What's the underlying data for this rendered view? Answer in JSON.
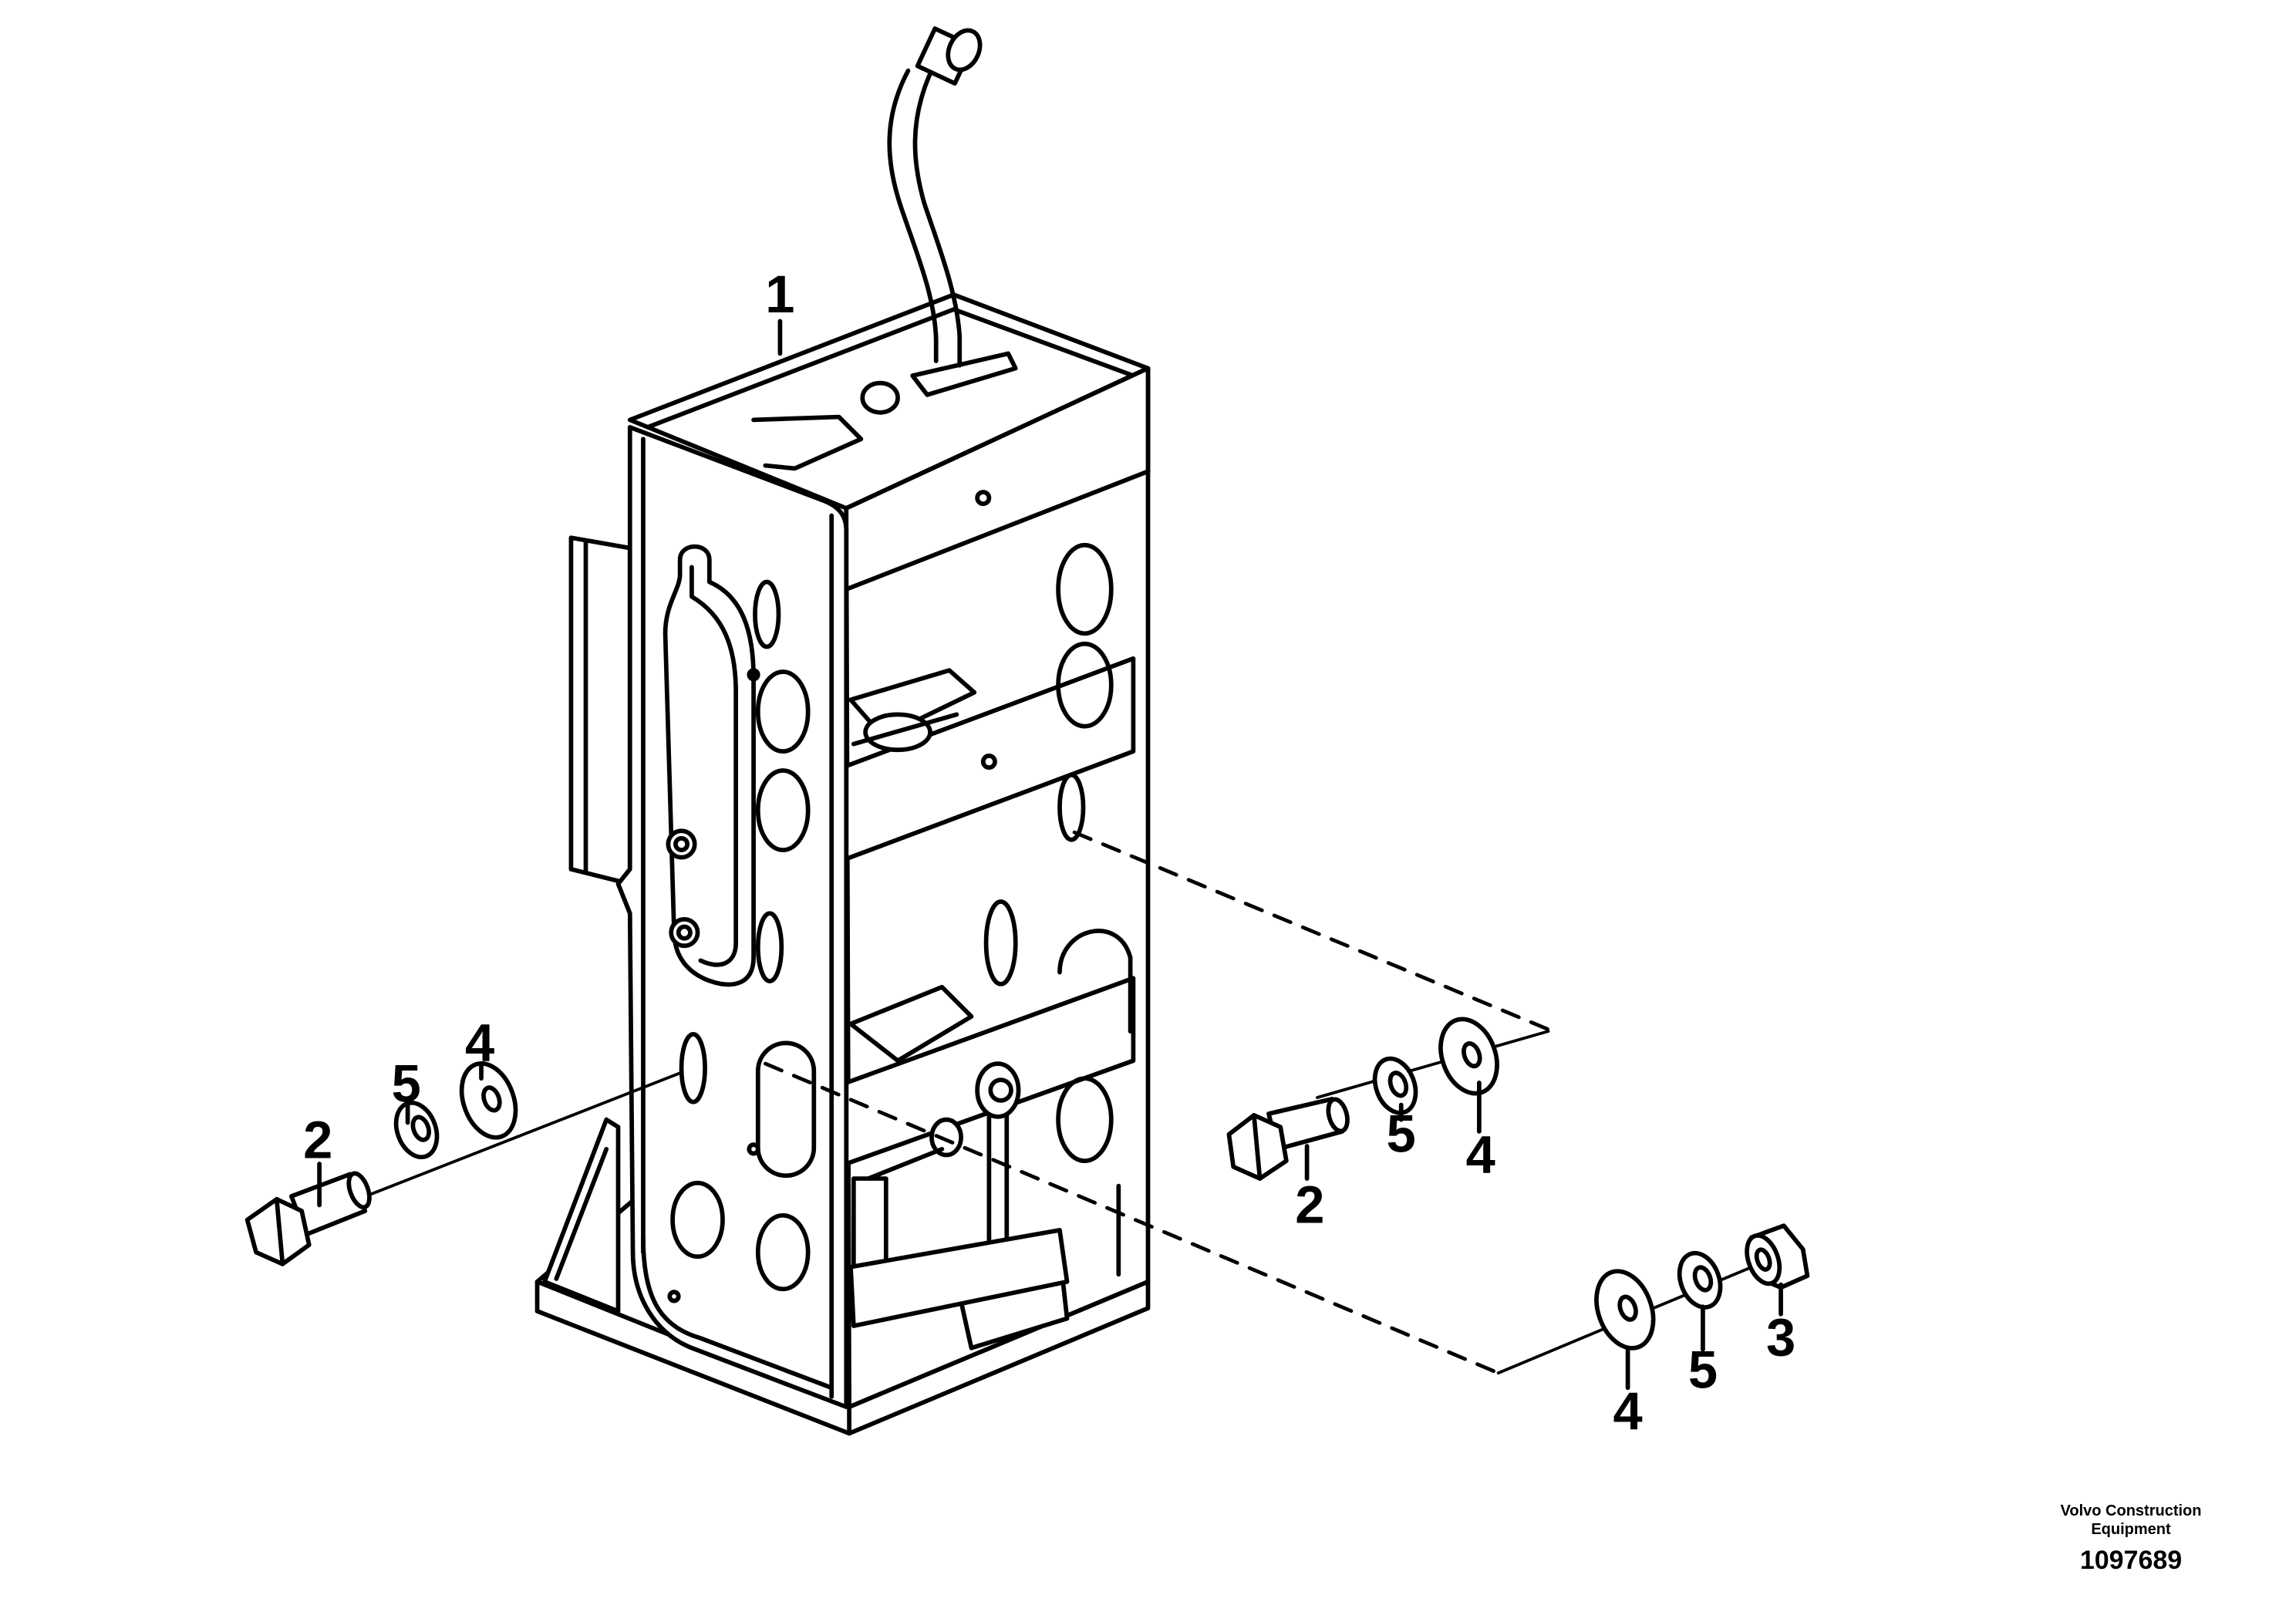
{
  "callouts": {
    "housing": "1",
    "bolt_left": "2",
    "bolt_right": "2",
    "nut": "3",
    "washer_large_left": "4",
    "washer_large_right": "4",
    "washer_large_lower": "4",
    "washer_small_left": "5",
    "washer_small_right": "5",
    "washer_small_lower": "5"
  },
  "footer": {
    "maker": "Volvo Construction\nEquipment",
    "drawing_number": "1097689"
  }
}
